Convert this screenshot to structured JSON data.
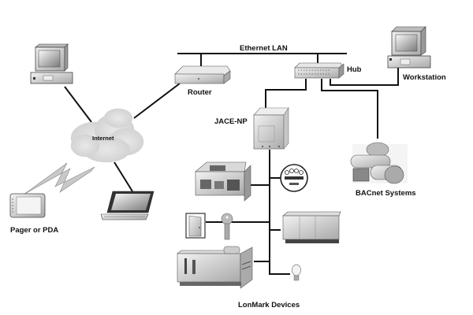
{
  "diagram": {
    "labels": {
      "ethernet_lan": "Ethernet LAN",
      "router": "Router",
      "hub": "Hub",
      "workstation": "Workstation",
      "internet": "Internet",
      "pager_pda": "Pager or PDA",
      "jace": "JACE-NP",
      "bacnet": "BACnet Systems",
      "lonmark": "LonMark Devices"
    },
    "nodes": [
      {
        "id": "desktop-pc",
        "icon": "desktop-computer-icon"
      },
      {
        "id": "internet-cloud",
        "icon": "cloud-icon"
      },
      {
        "id": "pager-pda",
        "icon": "pda-icon"
      },
      {
        "id": "laptop",
        "icon": "laptop-icon"
      },
      {
        "id": "router",
        "icon": "router-icon"
      },
      {
        "id": "hub",
        "icon": "hub-icon"
      },
      {
        "id": "workstation",
        "icon": "workstation-icon"
      },
      {
        "id": "jace-np",
        "icon": "controller-icon"
      },
      {
        "id": "bacnet-chiller",
        "icon": "chiller-icon"
      },
      {
        "id": "hvac-unit",
        "icon": "hvac-unit-icon"
      },
      {
        "id": "meter",
        "icon": "meter-icon"
      },
      {
        "id": "door",
        "icon": "door-icon"
      },
      {
        "id": "key",
        "icon": "key-icon"
      },
      {
        "id": "cabinet",
        "icon": "cabinet-icon"
      },
      {
        "id": "air-handler",
        "icon": "air-handler-icon"
      },
      {
        "id": "light-bulb",
        "icon": "light-bulb-icon"
      }
    ],
    "links": [
      [
        "desktop-pc",
        "internet-cloud"
      ],
      [
        "internet-cloud",
        "router"
      ],
      [
        "internet-cloud",
        "laptop"
      ],
      [
        "pager-pda",
        "internet-cloud"
      ],
      [
        "router",
        "ethernet-lan"
      ],
      [
        "hub",
        "ethernet-lan"
      ],
      [
        "hub",
        "workstation"
      ],
      [
        "hub",
        "jace-np"
      ],
      [
        "hub",
        "bacnet-chiller"
      ],
      [
        "jace-np",
        "lonmark-bus"
      ]
    ]
  }
}
